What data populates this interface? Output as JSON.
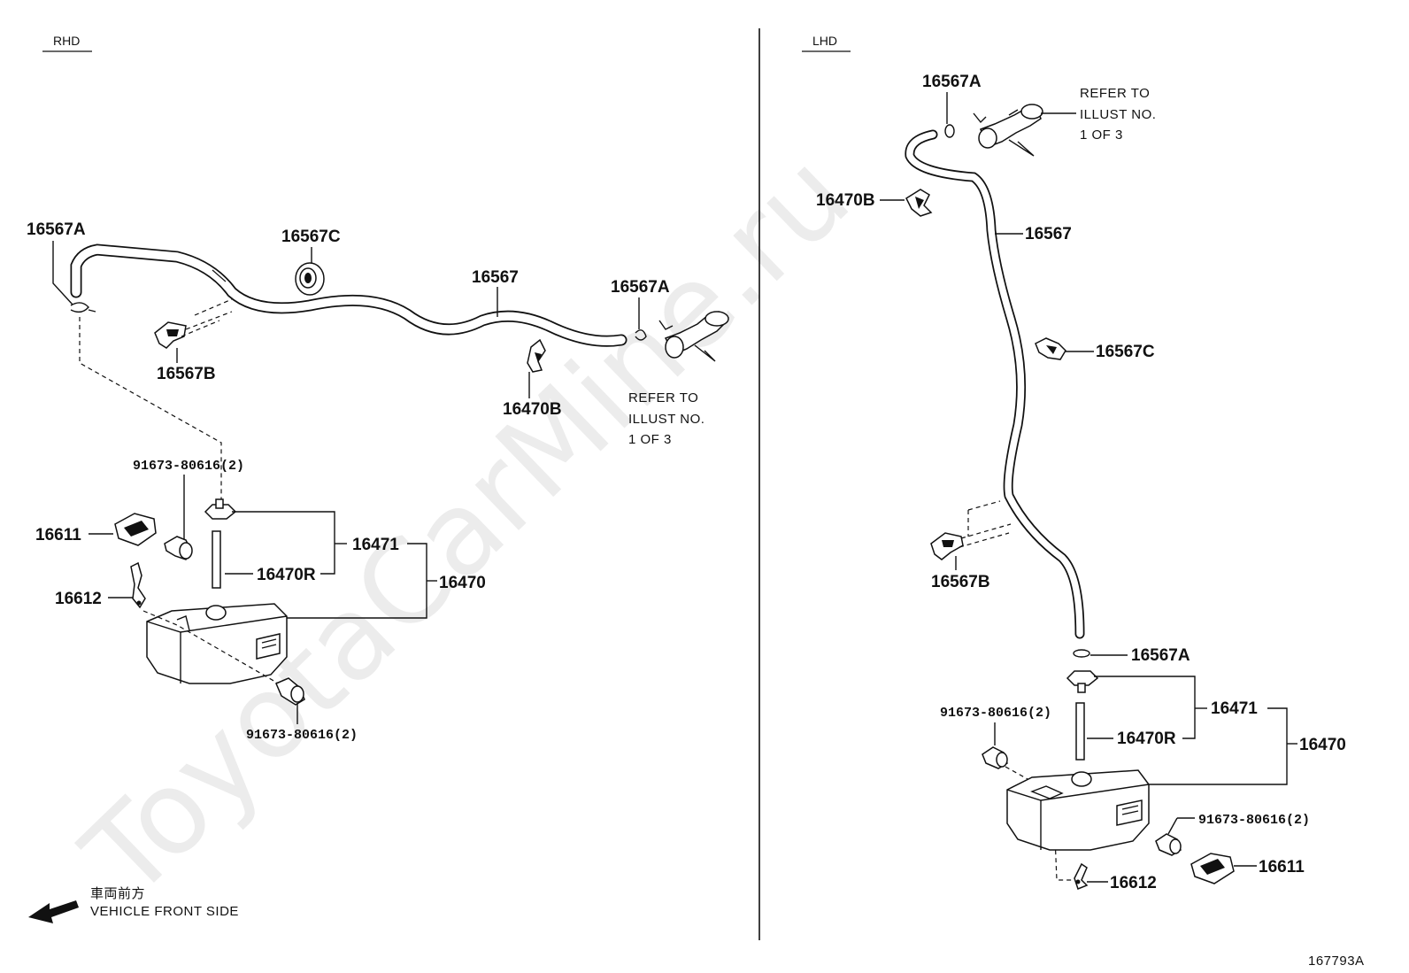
{
  "watermark": "ToyotaCarMine.ru",
  "diagram_id": "167793A",
  "rhd": {
    "header": "RHD",
    "labels": {
      "p16567A_top": "16567A",
      "p16567C": "16567C",
      "p16567": "16567",
      "p16567A_right": "16567A",
      "p16567B": "16567B",
      "p16470B": "16470B",
      "bolt_upper": "91673-80616(2)",
      "p16611": "16611",
      "p16471": "16471",
      "p16470R": "16470R",
      "p16470": "16470",
      "p16612": "16612",
      "bolt_lower": "91673-80616(2)"
    },
    "refer": [
      "REFER TO",
      "ILLUST NO.",
      "1 OF 3"
    ]
  },
  "lhd": {
    "header": "LHD",
    "labels": {
      "p16567A_top": "16567A",
      "p16470B": "16470B",
      "p16567": "16567",
      "p16567C": "16567C",
      "p16567B": "16567B",
      "p16567A_low": "16567A",
      "p16471": "16471",
      "bolt_upper": "91673-80616(2)",
      "p16470R": "16470R",
      "p16470": "16470",
      "bolt_lower": "91673-80616(2)",
      "p16611": "16611",
      "p16612": "16612"
    },
    "refer": [
      "REFER TO",
      "ILLUST NO.",
      "1 OF 3"
    ]
  },
  "front_note": {
    "japanese": "車両前方",
    "english": "VEHICLE FRONT SIDE"
  }
}
